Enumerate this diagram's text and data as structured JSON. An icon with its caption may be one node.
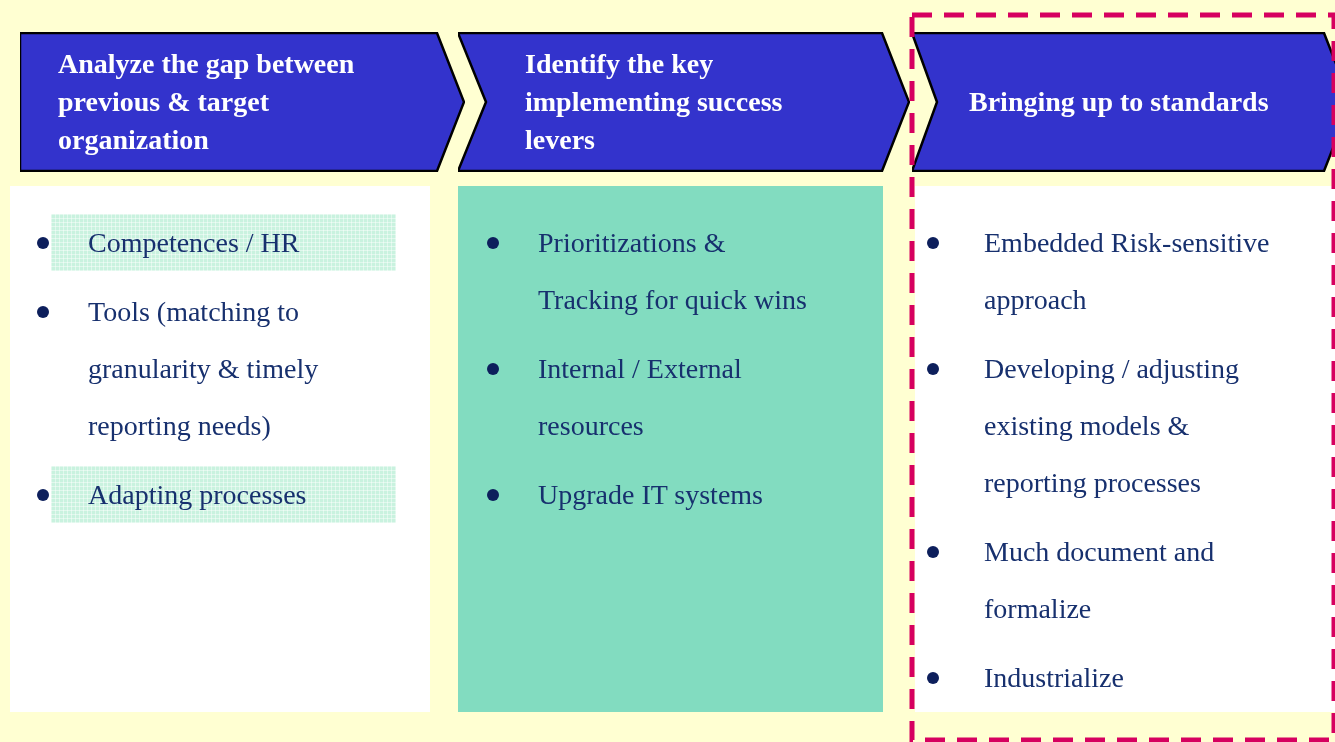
{
  "diagram": {
    "nodes": [
      {
        "text": [
          "Analyze the gap between previous & target organization"
        ]
      },
      {
        "text": [
          "Identify the key implementing success levers"
        ]
      },
      {
        "text": [
          "Bringing up to standards"
        ]
      },
      {
        "text": [
          "Tools (matching to granularity & timely reporting needs)"
        ]
      },
      {
        "text": [
          "Competences / HR"
        ],
        "in": 3
      },
      {
        "text": [
          "Adapting processes"
        ],
        "in": 3
      },
      {
        "text": [
          "Prioritizations & Tracking for quick wins",
          "Internal / External resources",
          "Upgrade IT systems"
        ]
      },
      {
        "text": [
          "Embedded Risk-sensitive approach",
          "Developing / adjusting existing models & reporting processes",
          "Much document and formalize",
          "Industrialize"
        ]
      }
    ]
  }
}
